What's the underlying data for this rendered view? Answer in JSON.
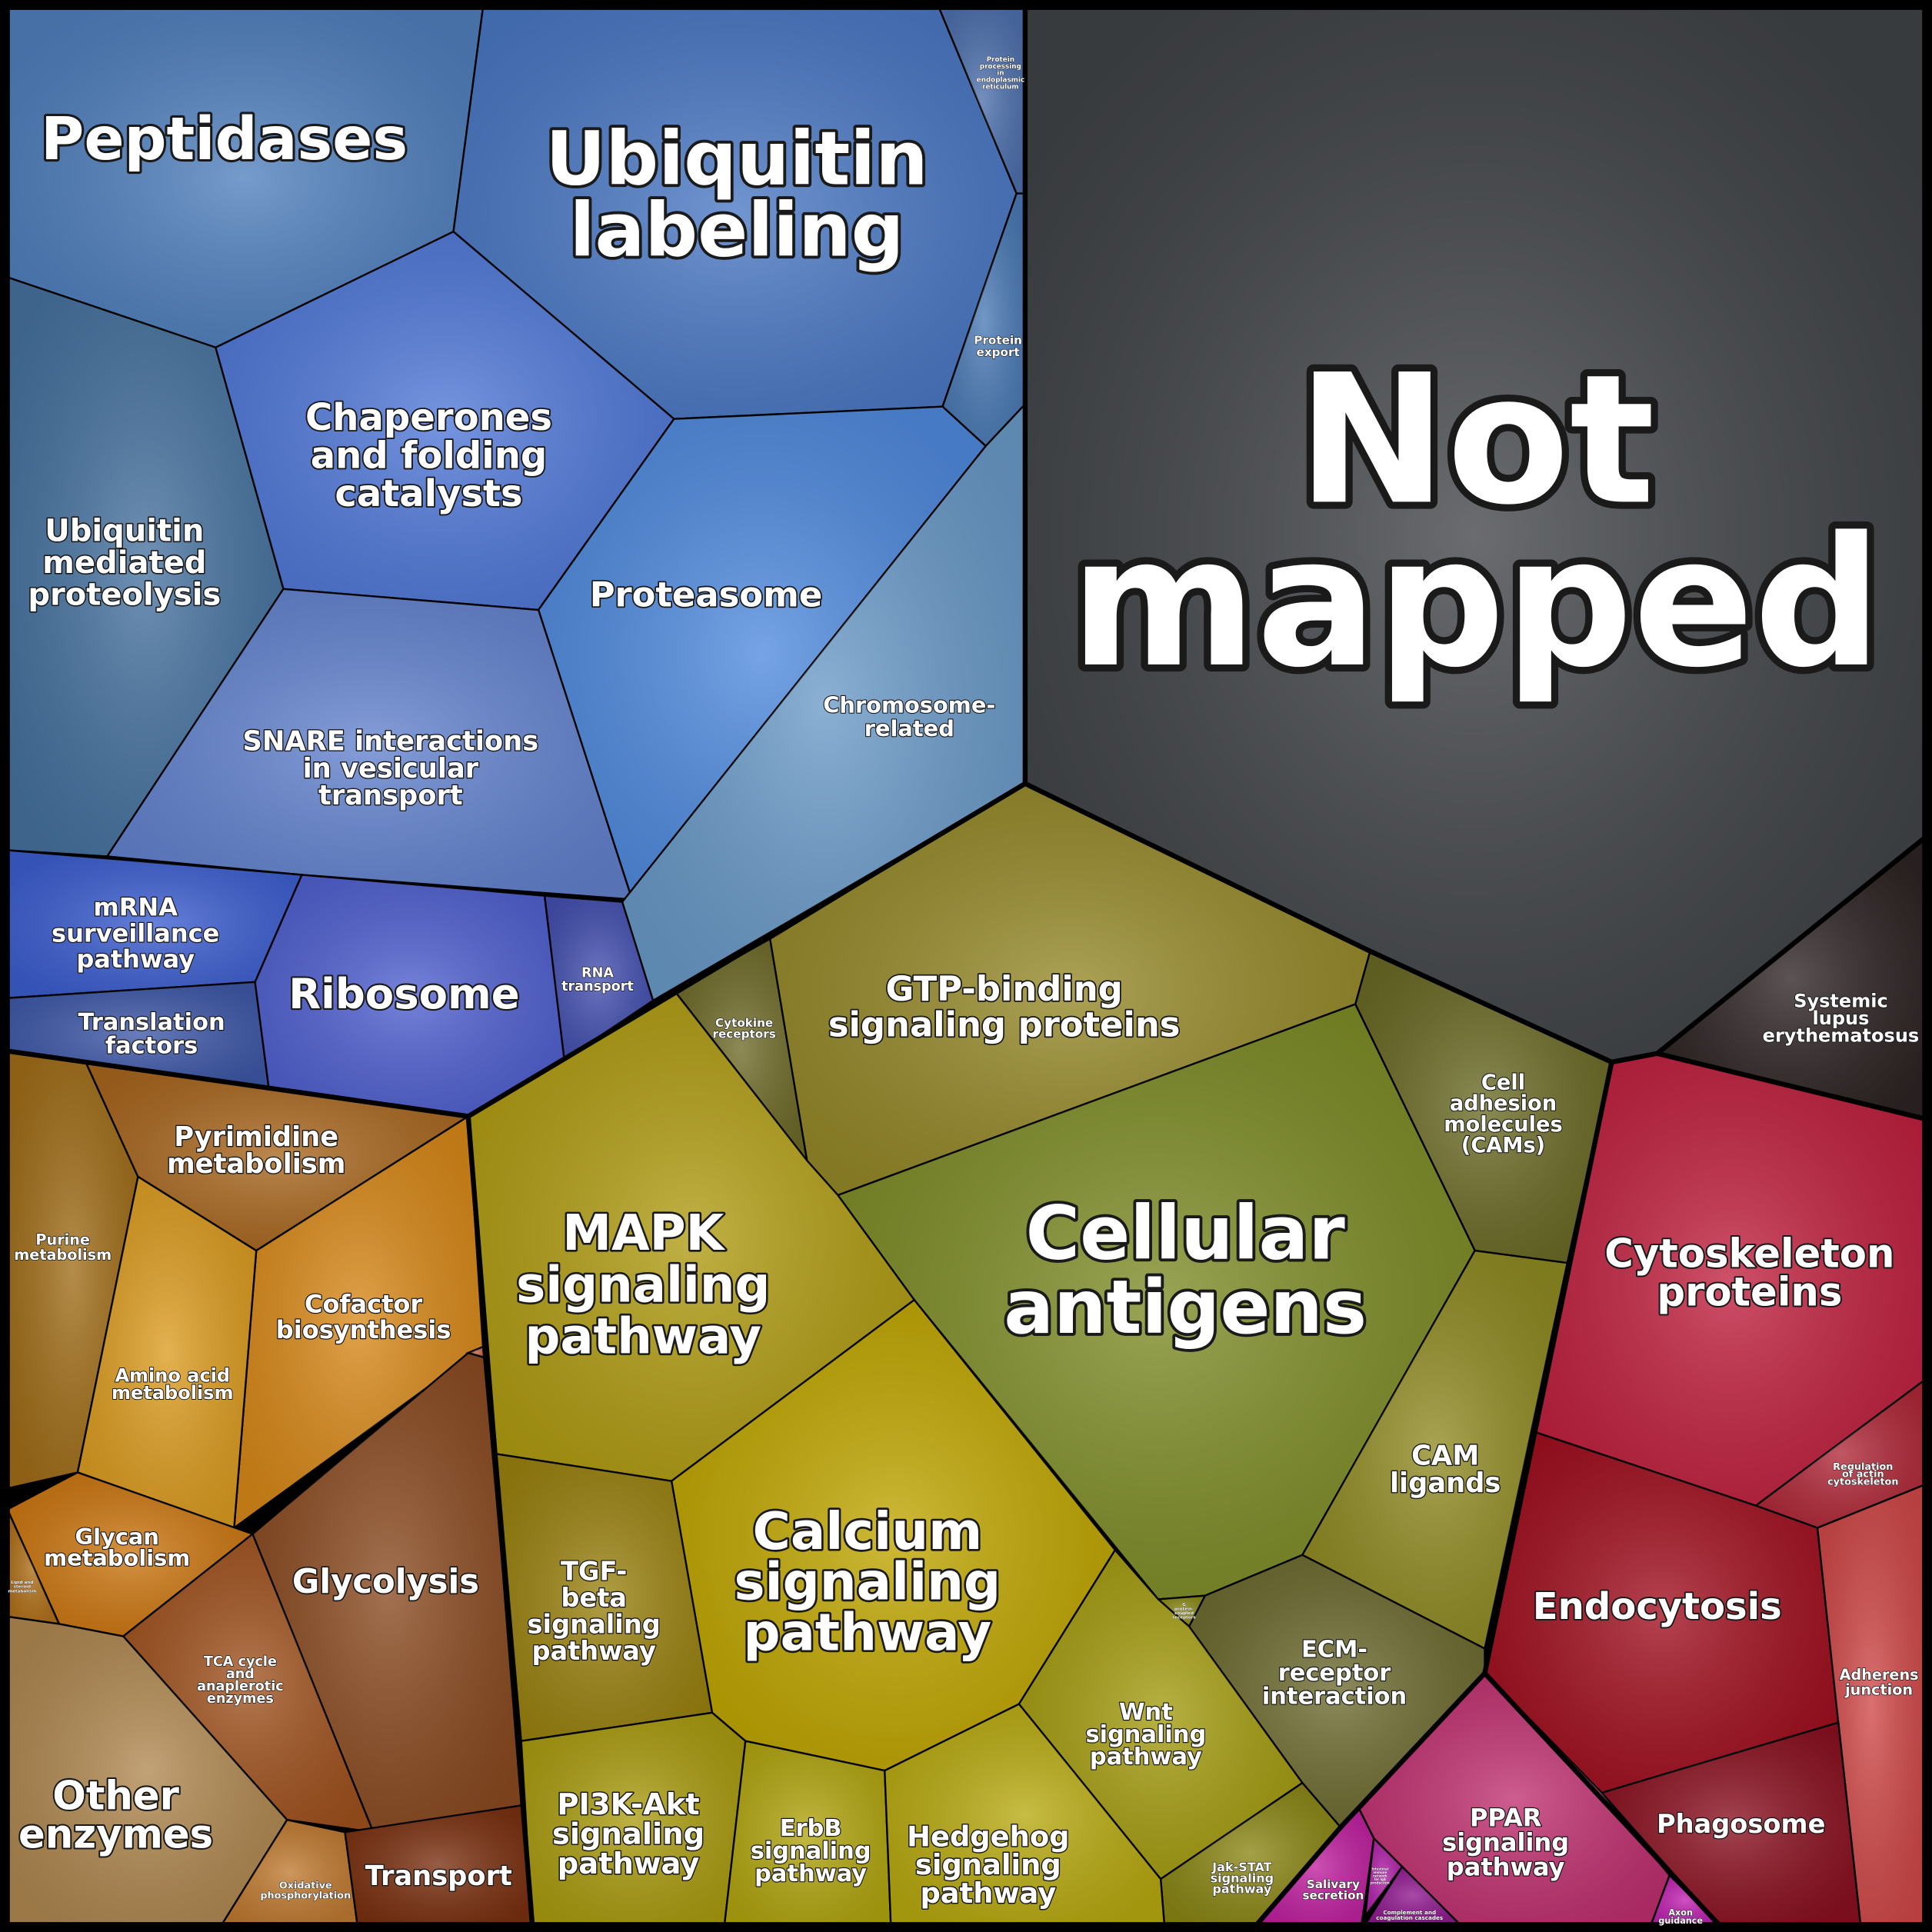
{
  "cells": {
    "peptidases": {
      "lines": [
        "Peptidases"
      ],
      "color": "#4f7fbd"
    },
    "ubiquitin_labeling": {
      "lines": [
        "Ubiquitin",
        "labeling"
      ],
      "color": "#4a78c4"
    },
    "protein_processing_er": {
      "lines": [
        "Protein",
        "processing",
        "in",
        "endoplasmic",
        "reticulum"
      ],
      "color": "#4d70ad"
    },
    "protein_export": {
      "lines": [
        "Protein",
        "export"
      ],
      "color": "#4a7ab5"
    },
    "ubiquitin_mediated_proteolysis": {
      "lines": [
        "Ubiquitin",
        "mediated",
        "proteolysis"
      ],
      "color": "#46729f"
    },
    "chaperones": {
      "lines": [
        "Chaperones",
        "and folding",
        "catalysts"
      ],
      "color": "#5078d8"
    },
    "proteasome": {
      "lines": [
        "Proteasome"
      ],
      "color": "#4f8ade"
    },
    "snare": {
      "lines": [
        "SNARE interactions",
        "in vesicular",
        "transport"
      ],
      "color": "#6383cf"
    },
    "chromosome_related": {
      "lines": [
        "Chromosome-",
        "related"
      ],
      "color": "#6a9ac8"
    },
    "mrna_surveillance": {
      "lines": [
        "mRNA",
        "surveillance",
        "pathway"
      ],
      "color": "#3c5ed0"
    },
    "translation_factors": {
      "lines": [
        "Translation",
        "factors"
      ],
      "color": "#3e58a8"
    },
    "ribosome": {
      "lines": [
        "Ribosome"
      ],
      "color": "#5060d0"
    },
    "rna_transport": {
      "lines": [
        "RNA",
        "transport"
      ],
      "color": "#4450b0"
    },
    "not_mapped": {
      "lines": [
        "Not",
        "mapped"
      ],
      "color": "#404347"
    },
    "systemic_lupus": {
      "lines": [
        "Systemic",
        "lupus",
        "erythematosus"
      ],
      "color": "#2e2424"
    },
    "cytokine_receptors": {
      "lines": [
        "Cytokine",
        "receptors"
      ],
      "color": "#6e6a28"
    },
    "gtp_binding": {
      "lines": [
        "GTP-binding",
        "signaling proteins"
      ],
      "color": "#958828"
    },
    "cell_adhesion_molecules": {
      "lines": [
        "Cell",
        "adhesion",
        "molecules",
        "(CAMs)"
      ],
      "color": "#6a6a25"
    },
    "cellular_antigens": {
      "lines": [
        "Cellular",
        "antigens"
      ],
      "color": "#7d8c25"
    },
    "mapk": {
      "lines": [
        "MAPK",
        "signaling",
        "pathway"
      ],
      "color": "#b09c12"
    },
    "cam_ligands": {
      "lines": [
        "CAM",
        "ligands"
      ],
      "color": "#8f8a22"
    },
    "ecm_receptor": {
      "lines": [
        "ECM-",
        "receptor",
        "interaction"
      ],
      "color": "#6c6a2e"
    },
    "gpcr": {
      "lines": [
        "G",
        "protein-",
        "coupled",
        "receptors"
      ],
      "color": "#8a8a18"
    },
    "calcium": {
      "lines": [
        "Calcium",
        "signaling",
        "pathway"
      ],
      "color": "#c0a600"
    },
    "wnt": {
      "lines": [
        "Wnt",
        "signaling",
        "pathway"
      ],
      "color": "#a49c10"
    },
    "jak_stat": {
      "lines": [
        "Jak-STAT",
        "signaling",
        "pathway"
      ],
      "color": "#8a8615"
    },
    "tgf_beta": {
      "lines": [
        "TGF-",
        "beta",
        "signaling",
        "pathway"
      ],
      "color": "#9a8210"
    },
    "pi3k_akt": {
      "lines": [
        "PI3K-Akt",
        "signaling",
        "pathway"
      ],
      "color": "#aa9c10"
    },
    "erbb": {
      "lines": [
        "ErbB",
        "signaling",
        "pathway"
      ],
      "color": "#b2a610"
    },
    "hedgehog": {
      "lines": [
        "Hedgehog",
        "signaling",
        "pathway"
      ],
      "color": "#b8aa10"
    },
    "purine": {
      "lines": [
        "Purine",
        "metabolism"
      ],
      "color": "#a06d18"
    },
    "pyrimidine": {
      "lines": [
        "Pyrimidine",
        "metabolism"
      ],
      "color": "#a8661e"
    },
    "cofactor": {
      "lines": [
        "Cofactor",
        "biosynthesis"
      ],
      "color": "#d88818"
    },
    "amino_acid": {
      "lines": [
        "Amino acid",
        "metabolism"
      ],
      "color": "#dc9c20"
    },
    "glycan": {
      "lines": [
        "Glycan",
        "metabolism"
      ],
      "color": "#cc7610"
    },
    "lipid_steroid": {
      "lines": [
        "Lipid and",
        "steroid",
        "metabolism"
      ],
      "color": "#b07018"
    },
    "small_orange": {
      "lines": [],
      "color": "#c06040"
    },
    "glycolysis": {
      "lines": [
        "Glycolysis"
      ],
      "color": "#8a4a20"
    },
    "tca": {
      "lines": [
        "TCA cycle",
        "and",
        "anaplerotic",
        "enzymes"
      ],
      "color": "#a0521e"
    },
    "other_enzymes": {
      "lines": [
        "Other",
        "enzymes"
      ],
      "color": "#b08850"
    },
    "oxphos": {
      "lines": [
        "Oxidative",
        "phosphorylation"
      ],
      "color": "#c07a30"
    },
    "transport": {
      "lines": [
        "Transport"
      ],
      "color": "#7a3010"
    },
    "cytoskeleton": {
      "lines": [
        "Cytoskeleton",
        "proteins"
      ],
      "color": "#c0203e"
    },
    "regulation_actin": {
      "lines": [
        "Regulation",
        "of actin",
        "cytoskeleton"
      ],
      "color": "#b02838"
    },
    "endocytosis": {
      "lines": [
        "Endocytosis"
      ],
      "color": "#a00e1e"
    },
    "adherens_junction": {
      "lines": [
        "Adherens",
        "junction"
      ],
      "color": "#d04848"
    },
    "phagosome": {
      "lines": [
        "Phagosome"
      ],
      "color": "#8a1020"
    },
    "ppar": {
      "lines": [
        "PPAR",
        "signaling",
        "pathway"
      ],
      "color": "#c03070"
    },
    "salivary": {
      "lines": [
        "Salivary",
        "secretion"
      ],
      "color": "#c020a0"
    },
    "intestinal_immune": {
      "lines": [
        "Intestinal",
        "immune",
        "network",
        "for IgA",
        "production"
      ],
      "color": "#b020a8"
    },
    "complement": {
      "lines": [
        "Complement and",
        "coagulation cascades"
      ],
      "color": "#901890"
    },
    "axon_guidance": {
      "lines": [
        "Axon",
        "guidance"
      ],
      "color": "#c020b0"
    }
  }
}
